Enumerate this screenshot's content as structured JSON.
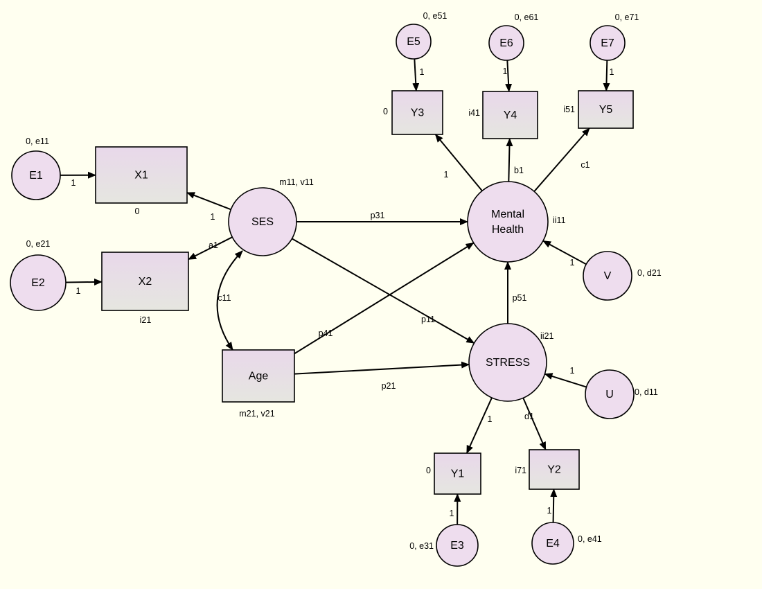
{
  "colors": {
    "background": "#FFFFF0",
    "latent_fill": "#EEDDEE",
    "observed_fill_top": "#E8D8EA",
    "observed_fill_bottom": "#E6E6E0",
    "stroke": "#000000"
  },
  "nodes": {
    "E1": {
      "label": [
        "E1"
      ],
      "param": "0, e11"
    },
    "E2": {
      "label": [
        "E2"
      ],
      "param": "0, e21"
    },
    "X1": {
      "label": [
        "X1"
      ],
      "param": "0"
    },
    "X2": {
      "label": [
        "X2"
      ],
      "param": "i21"
    },
    "SES": {
      "label": [
        "SES"
      ],
      "param": "m11, v11"
    },
    "Age": {
      "label": [
        "Age"
      ],
      "param": "m21, v21"
    },
    "E5": {
      "label": [
        "E5"
      ],
      "param": "0, e51"
    },
    "E6": {
      "label": [
        "E6"
      ],
      "param": "0, e61"
    },
    "E7": {
      "label": [
        "E7"
      ],
      "param": "0, e71"
    },
    "Y3": {
      "label": [
        "Y3"
      ],
      "param": "0"
    },
    "Y4": {
      "label": [
        "Y4"
      ],
      "param": "i41"
    },
    "Y5": {
      "label": [
        "Y5"
      ],
      "param": "i51"
    },
    "MH": {
      "label": [
        "Mental",
        "Health"
      ],
      "param": "ii11"
    },
    "V": {
      "label": [
        "V"
      ],
      "param": "0, d21"
    },
    "STRESS": {
      "label": [
        "STRESS"
      ],
      "param": "ii21"
    },
    "U": {
      "label": [
        "U"
      ],
      "param": "0, d11"
    },
    "Y1": {
      "label": [
        "Y1"
      ],
      "param": "0"
    },
    "Y2": {
      "label": [
        "Y2"
      ],
      "param": "i71"
    },
    "E3": {
      "label": [
        "E3"
      ],
      "param": "0, e31"
    },
    "E4": {
      "label": [
        "E4"
      ],
      "param": "0, e41"
    }
  },
  "edges": [
    {
      "from": "E1",
      "to": "X1",
      "label": "1"
    },
    {
      "from": "E2",
      "to": "X2",
      "label": "1"
    },
    {
      "from": "SES",
      "to": "X1",
      "label": "1"
    },
    {
      "from": "SES",
      "to": "X2",
      "label": "a1"
    },
    {
      "from": "SES",
      "to": "MH",
      "label": "p31"
    },
    {
      "from": "SES",
      "to": "STRESS",
      "label": "p11"
    },
    {
      "from": "Age",
      "to": "MH",
      "label": "p41"
    },
    {
      "from": "Age",
      "to": "STRESS",
      "label": "p21"
    },
    {
      "from": "STRESS",
      "to": "MH",
      "label": "p51"
    },
    {
      "from": "MH",
      "to": "Y3",
      "label": "1"
    },
    {
      "from": "MH",
      "to": "Y4",
      "label": "b1"
    },
    {
      "from": "MH",
      "to": "Y5",
      "label": "c1"
    },
    {
      "from": "E5",
      "to": "Y3",
      "label": "1"
    },
    {
      "from": "E6",
      "to": "Y4",
      "label": "1"
    },
    {
      "from": "E7",
      "to": "Y5",
      "label": "1"
    },
    {
      "from": "V",
      "to": "MH",
      "label": "1"
    },
    {
      "from": "U",
      "to": "STRESS",
      "label": "1"
    },
    {
      "from": "STRESS",
      "to": "Y1",
      "label": "1"
    },
    {
      "from": "STRESS",
      "to": "Y2",
      "label": "d1"
    },
    {
      "from": "E3",
      "to": "Y1",
      "label": "1"
    },
    {
      "from": "E4",
      "to": "Y2",
      "label": "1"
    }
  ],
  "covariances": [
    {
      "between": [
        "SES",
        "Age"
      ],
      "label": "c11"
    }
  ]
}
